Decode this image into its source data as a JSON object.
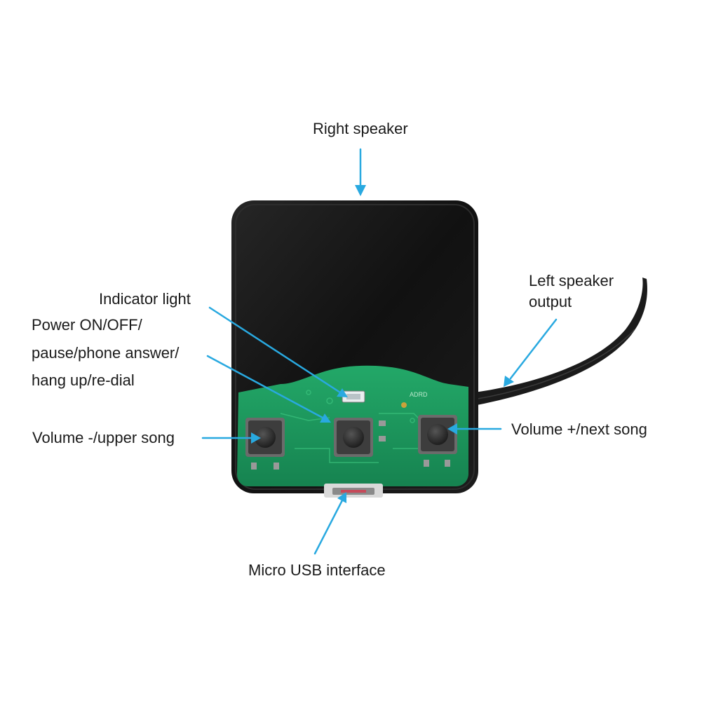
{
  "labels": {
    "right_speaker": "Right speaker",
    "left_speaker_line1": "Left speaker",
    "left_speaker_line2": "output",
    "indicator_light": "Indicator light",
    "power_line1": "Power ON/OFF/",
    "power_line2": "pause/phone answer/",
    "power_line3": "hang up/re-dial",
    "volume_minus": "Volume -/upper song",
    "volume_plus": "Volume +/next song",
    "micro_usb": "Micro USB interface"
  },
  "pcb_marking": "ADRD",
  "colors": {
    "arrow": "#29a9e0",
    "speaker_body": "#141414",
    "pcb_green": "#1d9a5c",
    "button_cap": "#2a2a2a",
    "led": "#e9eef0"
  },
  "icons": {
    "pointer": "arrow-icon"
  }
}
